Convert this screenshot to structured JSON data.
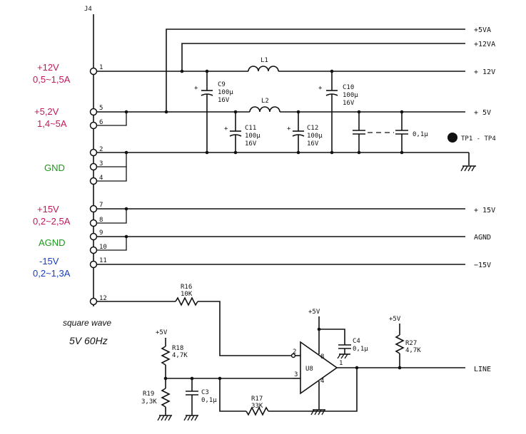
{
  "connector": {
    "ref": "J4",
    "pins": [
      "1",
      "5",
      "6",
      "2",
      "3",
      "4",
      "7",
      "8",
      "9",
      "10",
      "11",
      "12"
    ]
  },
  "side_labels": {
    "v12": {
      "name": "+12V",
      "range": "0,5~1,5A",
      "color": "#c0185a"
    },
    "v52": {
      "name": "+5,2V",
      "range": "1,4~5A",
      "color": "#c0185a"
    },
    "gnd": {
      "name": "GND",
      "color": "#1a9a1a"
    },
    "v15": {
      "name": "+15V",
      "range": "0,2~2,5A",
      "color": "#c0185a"
    },
    "agnd": {
      "name": "AGND",
      "color": "#1a9a1a"
    },
    "vm15": {
      "name": "-15V",
      "range": "0,2~1,3A",
      "color": "#1a3cc0"
    }
  },
  "square_wave": {
    "line1": "square wave",
    "line2": "5V  60Hz"
  },
  "rails": {
    "p5va": "+5VA",
    "p12va": "+12VA",
    "p12v": "+ 12V",
    "p5v": "+ 5V",
    "p15v": "+ 15V",
    "agnd": "AGND",
    "m15v": "−15V",
    "line": "LINE"
  },
  "inductors": {
    "l1": "L1",
    "l2": "L2"
  },
  "capacitors": {
    "c9": {
      "ref": "C9",
      "v1": "100μ",
      "v2": "16V"
    },
    "c10": {
      "ref": "C10",
      "v1": "100μ",
      "v2": "16V"
    },
    "c11": {
      "ref": "C11",
      "v1": "100μ",
      "v2": "16V"
    },
    "c12": {
      "ref": "C12",
      "v1": "100μ",
      "v2": "16V"
    },
    "cx": {
      "v": "0,1μ"
    },
    "c3": {
      "ref": "C3",
      "v": "0,1μ"
    },
    "c4": {
      "ref": "C4",
      "v": "0,1μ"
    }
  },
  "testpoint": "TP1 - TP4",
  "resistors": {
    "r16": {
      "ref": "R16",
      "v": "10K"
    },
    "r17": {
      "ref": "R17",
      "v": "33K"
    },
    "r18": {
      "ref": "R18",
      "v": "4,7K"
    },
    "r19": {
      "ref": "R19",
      "v": "3,3K"
    },
    "r27": {
      "ref": "R27",
      "v": "4,7K"
    }
  },
  "ic": {
    "ref": "U8",
    "pin_in2": "2",
    "pin_in3": "3",
    "pin_out": "1",
    "pin_vcc": "8",
    "pin_gnd": "4"
  },
  "supplies": {
    "s_c4": "+5V",
    "s_r27": "+5V",
    "s_r18": "+5V"
  },
  "plus_marks": {
    "p1": "+",
    "p2": "+",
    "p3": "+",
    "p4": "+"
  }
}
